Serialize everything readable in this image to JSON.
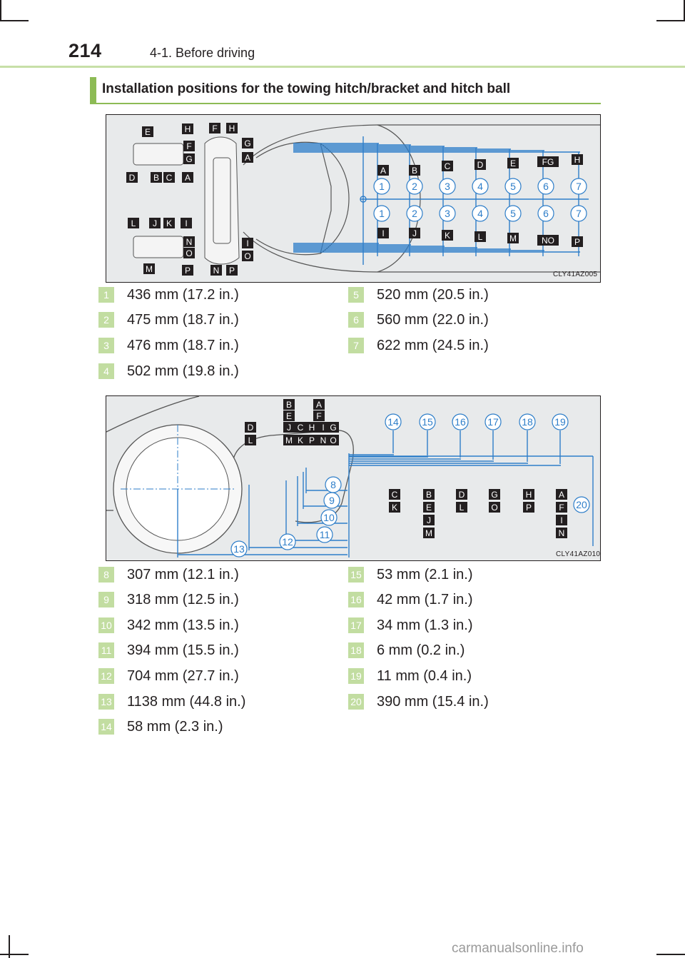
{
  "header": {
    "page_number": "214",
    "section": "4-1. Before driving"
  },
  "title": "Installation positions for the towing hitch/bracket and hitch ball",
  "figure1": {
    "code": "CLY41AZ005",
    "top_left_labels": [
      "E",
      "H",
      "F",
      "G",
      "D",
      "B",
      "C",
      "A"
    ],
    "top_center_labels": [
      "F",
      "H",
      "G",
      "A"
    ],
    "bottom_left_labels": [
      "L",
      "J",
      "K",
      "I",
      "N",
      "O",
      "M",
      "P"
    ],
    "bottom_center_labels": [
      "I",
      "O",
      "N",
      "P"
    ],
    "upper_boxes": [
      "A",
      "B",
      "C",
      "D",
      "E",
      "FG",
      "H"
    ],
    "upper_numbers": [
      "1",
      "2",
      "3",
      "4",
      "5",
      "6",
      "7"
    ],
    "lower_numbers": [
      "1",
      "2",
      "3",
      "4",
      "5",
      "6",
      "7"
    ],
    "lower_boxes": [
      "I",
      "J",
      "K",
      "L",
      "M",
      "NO",
      "P"
    ]
  },
  "legend1": [
    {
      "n": "1",
      "text": "436 mm (17.2 in.)"
    },
    {
      "n": "2",
      "text": "475 mm (18.7 in.)"
    },
    {
      "n": "3",
      "text": "476 mm (18.7 in.)"
    },
    {
      "n": "4",
      "text": "502 mm (19.8 in.)"
    },
    {
      "n": "5",
      "text": "520 mm (20.5 in.)"
    },
    {
      "n": "6",
      "text": "560 mm (22.0 in.)"
    },
    {
      "n": "7",
      "text": "622 mm (24.5 in.)"
    }
  ],
  "figure2": {
    "code": "CLY41AZ010",
    "top_label_rows": [
      [
        "B",
        "A"
      ],
      [
        "E",
        "F"
      ],
      [
        "J",
        "C",
        "H",
        "I",
        "G"
      ],
      [
        "M",
        "K",
        "P",
        "N",
        "O"
      ]
    ],
    "left_labels": [
      "D",
      "L"
    ],
    "dimension_numbers": [
      "14",
      "15",
      "16",
      "17",
      "18",
      "19"
    ],
    "horizontal_numbers": [
      "8",
      "9",
      "10",
      "11",
      "12",
      "13"
    ],
    "height_number": "20",
    "columns": [
      [
        "C",
        "K"
      ],
      [
        "B",
        "E",
        "J",
        "M"
      ],
      [
        "D",
        "L"
      ],
      [
        "G",
        "O"
      ],
      [
        "H",
        "P"
      ],
      [
        "A",
        "F",
        "I",
        "N"
      ]
    ]
  },
  "legend2": [
    {
      "n": "8",
      "text": "307 mm (12.1 in.)"
    },
    {
      "n": "9",
      "text": "318 mm (12.5 in.)"
    },
    {
      "n": "10",
      "text": "342 mm (13.5 in.)"
    },
    {
      "n": "11",
      "text": "394 mm (15.5 in.)"
    },
    {
      "n": "12",
      "text": "704 mm (27.7 in.)"
    },
    {
      "n": "13",
      "text": "1138 mm (44.8 in.)"
    },
    {
      "n": "14",
      "text": "58 mm (2.3 in.)"
    },
    {
      "n": "15",
      "text": "53 mm (2.1 in.)"
    },
    {
      "n": "16",
      "text": "42 mm (1.7 in.)"
    },
    {
      "n": "17",
      "text": "34 mm (1.3 in.)"
    },
    {
      "n": "18",
      "text": "6 mm (0.2 in.)"
    },
    {
      "n": "19",
      "text": "11 mm (0.4 in.)"
    },
    {
      "n": "20",
      "text": "390 mm (15.4 in.)"
    }
  ],
  "watermark": "carmanualsonline.info",
  "colors": {
    "accent_green": "#8dbb55",
    "badge_green": "#c2dda1",
    "diagram_blue": "#2e7ec9",
    "figure_bg": "#e8eaeb"
  }
}
